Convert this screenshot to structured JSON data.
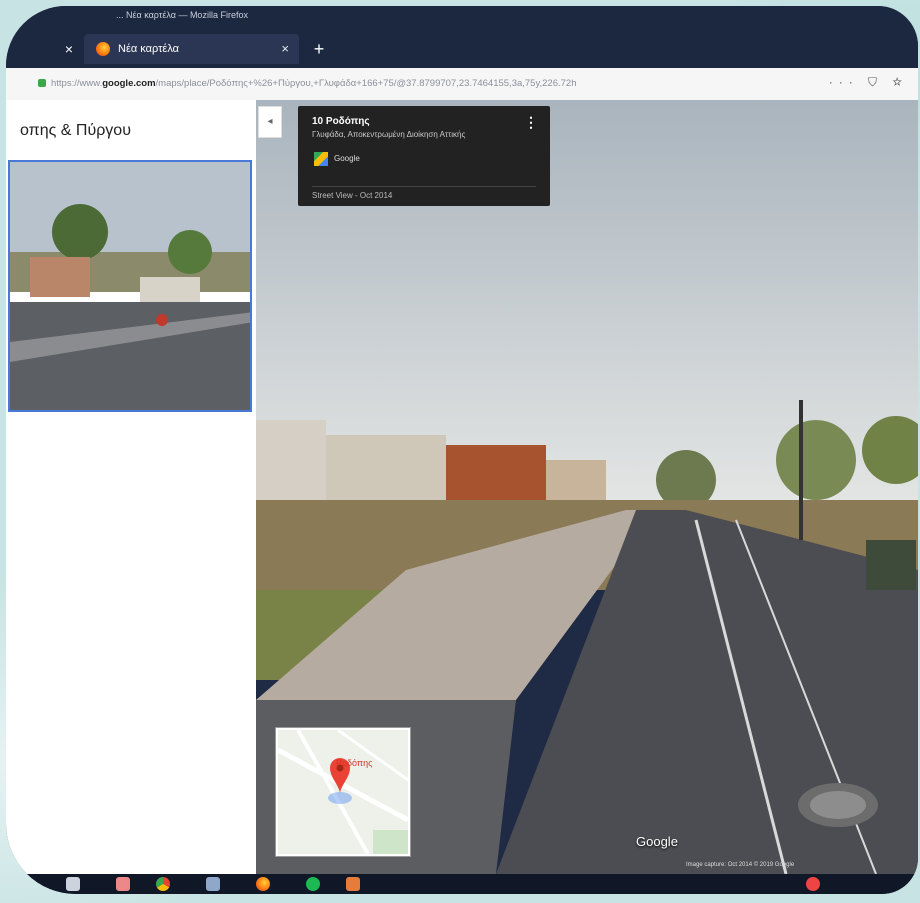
{
  "window": {
    "title_text": "... Νέα καρτέλα — Mozilla Firefox"
  },
  "tab": {
    "label": "Νέα καρτέλα",
    "close_glyph": "×",
    "new_tab_glyph": "+",
    "left_close_glyph": "×"
  },
  "url": {
    "prefix": "https://www.",
    "domain": "google.com",
    "path": "/maps/place/Ροδόπης+%26+Πύργου,+Γλυφάδα+166+75/@37.8799707,23.7464155,3a,75y,226.72h",
    "actions": "··· ⛉ ☆"
  },
  "panel": {
    "title": "οπης & Πύργου",
    "collapse_glyph": "◂"
  },
  "info_card": {
    "address": "10 Ροδόπης",
    "region": "Γλυφάδα, Αποκεντρωμένη Διοίκηση Αττικής",
    "source": "Google",
    "date": "Street View - Oct 2014",
    "more_glyph": "⋮"
  },
  "minimap": {
    "pin_label": "Ροδόπης"
  },
  "streetview": {
    "logo": "Google",
    "footer": "Image capture: Oct 2014   © 2019 Google"
  },
  "colors": {
    "accent": "#4a78d6",
    "tab_bg": "#2b3654",
    "chrome": "#1c2740"
  },
  "icons": [
    "firefox-icon",
    "google-maps-icon",
    "lock-icon",
    "start-icon",
    "chrome-icon",
    "firefox-taskbar-icon",
    "spotify-icon"
  ]
}
